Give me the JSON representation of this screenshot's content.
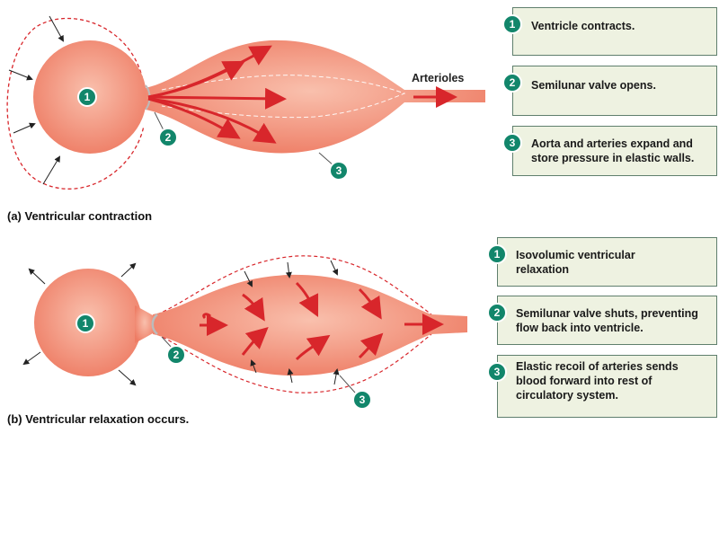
{
  "colors": {
    "vessel": "#f0846d",
    "vessel_light": "#f7b4a0",
    "flow_arrow": "#d8262b",
    "dash": "#d8262b",
    "badge": "#12866b",
    "box_bg": "#eef2e1",
    "box_border": "#5f7f6d"
  },
  "panel_a": {
    "caption": "(a) Ventricular contraction",
    "vessel_label": "Arterioles",
    "figure_badges": [
      "1",
      "2",
      "3"
    ],
    "steps": [
      {
        "number": "1",
        "text": "Ventricle contracts."
      },
      {
        "number": "2",
        "text": "Semilunar valve opens."
      },
      {
        "number": "3",
        "text": "Aorta and arteries expand and store pressure in elastic walls."
      }
    ]
  },
  "panel_b": {
    "caption": "(b) Ventricular relaxation occurs.",
    "figure_badges": [
      "1",
      "2",
      "3"
    ],
    "steps": [
      {
        "number": "1",
        "text": "Isovolumic ventricular relaxation"
      },
      {
        "number": "2",
        "text": "Semilunar valve shuts, preventing flow back into ventricle."
      },
      {
        "number": "3",
        "text": "Elastic recoil of arteries sends blood forward into rest of circulatory system."
      }
    ]
  }
}
